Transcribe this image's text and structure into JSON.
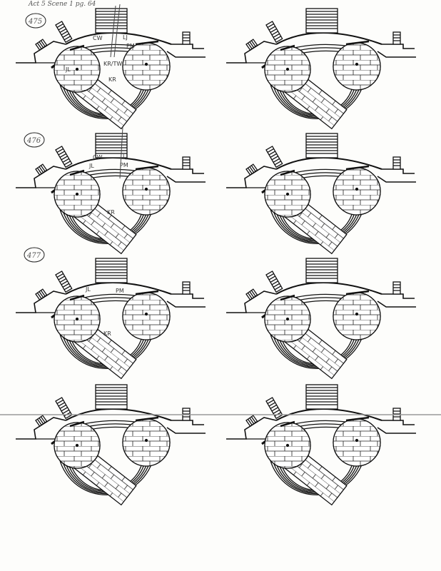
{
  "header": {
    "note": "Act 5 Scene 1 pg. 64"
  },
  "cues": [
    "475",
    "476",
    "477"
  ],
  "diagram_labels": {
    "d475": [
      "CW",
      "LJ",
      "PM",
      "JL",
      "KR/TW",
      "KR"
    ],
    "d476": [
      "CW",
      "LJ",
      "JL",
      "PM",
      "KR"
    ],
    "d477": [
      "JL",
      "PM",
      "KR"
    ]
  }
}
